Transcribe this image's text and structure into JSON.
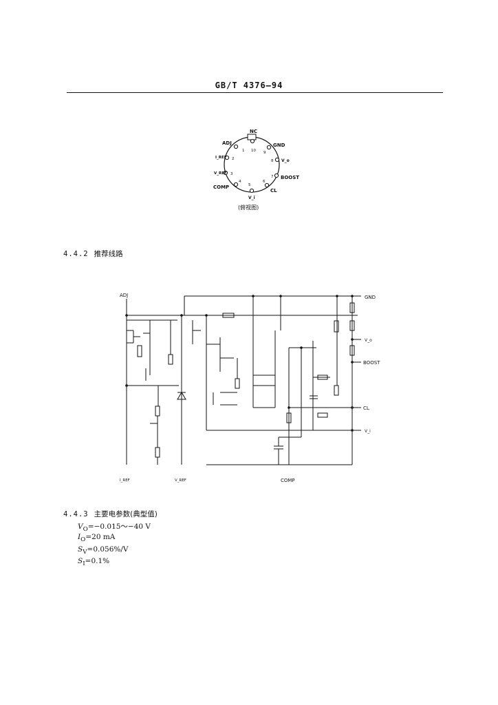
{
  "header": {
    "title": "GB/T 4376—94"
  },
  "pin_diagram": {
    "pins": [
      {
        "label": "NC",
        "num": "10"
      },
      {
        "label": "ADJ",
        "num": "1"
      },
      {
        "label": "I_REF",
        "num": "2"
      },
      {
        "label": "V_REF",
        "num": "3"
      },
      {
        "label": "COMP",
        "num": "4"
      },
      {
        "label": "V_i",
        "num": "5"
      },
      {
        "label": "CL",
        "num": "6"
      },
      {
        "label": "BOOST",
        "num": "7"
      },
      {
        "label": "V_o",
        "num": "8"
      },
      {
        "label": "GND",
        "num": "9"
      }
    ],
    "caption": "(俯视图)"
  },
  "section_442": {
    "number": "4.4.2",
    "title": "推荐线路"
  },
  "circuit": {
    "labels": {
      "adj": "ADJ",
      "gnd": "GND",
      "vo": "V_o",
      "boost": "BOOST",
      "cl": "CL",
      "vi": "V_i",
      "iref": "I_REF",
      "vref": "V_REF",
      "comp": "COMP"
    }
  },
  "section_443": {
    "number": "4.4.3",
    "title": "主要电参数(典型值)",
    "params": [
      {
        "sym": "V",
        "sub": "O",
        "text": "=−0.015～−40 V"
      },
      {
        "sym": "I",
        "sub": "O",
        "text": "=20 mA"
      },
      {
        "sym": "S",
        "sub": "V",
        "text": "=0.056%/V"
      },
      {
        "sym": "S",
        "sub": "I",
        "text": "=0.1%"
      }
    ]
  }
}
